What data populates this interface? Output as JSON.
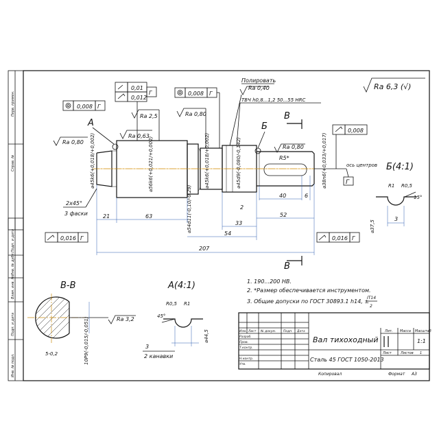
{
  "surface_roughness_general": "Ra 6,3 (√)",
  "tolerance_frames": {
    "runout_top": "0,01",
    "parallel_top": "0,012",
    "concentric_left": "0,008",
    "concentric_mid": "0,008",
    "runout_right": "0,008",
    "runout_bottom_left": "0,016",
    "runout_bottom_right": "0,016",
    "datum_g": "Г"
  },
  "roughness_marks": {
    "ra_080_left": "Ra 0,80",
    "ra_063": "Ra 0,63",
    "ra_25": "Ra 2,5",
    "ra_080_mid": "Ra 0,80",
    "ra_040": "Ra 0,40",
    "ra_080_right": "Ra 0,80",
    "ra_32_section": "Ra 3,2"
  },
  "notes_top": {
    "polish": "Полировать",
    "hardening": "ТВЧ h0,8...1,2 50...55 HRC",
    "center_axis": "ось центров"
  },
  "section_labels": {
    "A": "А",
    "B_cut": "В",
    "B_view": "Б",
    "B_scale": "Б(4:1)",
    "VV": "В-В",
    "A_scale": "А(4:1)"
  },
  "diameters": {
    "d1": "⌀45k6(+0,018/+0,002)",
    "d2": "⌀56k6(+0,021/+0,002)",
    "d3": "⌀54d11(-0,10/-0,29)",
    "d4": "⌀45k6(+0,018/+0,002)",
    "d5": "⌀45d9(-0,080/-0,142)",
    "d6": "⌀38n6(+0,033/+0,017)",
    "d7": "⌀37,5",
    "d8": "⌀44,5",
    "d9": "10P9(-0,015/-0,051)"
  },
  "linear_dims": {
    "chamfer": "2x45°",
    "chamfers_note": "3 фаски",
    "l21": "21",
    "l63": "63",
    "l33": "33",
    "l54": "54",
    "l207": "207",
    "l40": "40",
    "l6": "6",
    "l52": "52",
    "l2": "2",
    "r5": "R5*",
    "r1": "R1",
    "r05": "R0,5",
    "deg15": "15°",
    "l3": "3",
    "grooves_count": "3",
    "grooves_note": "2 канавки",
    "keyway_depth": "5-0,2",
    "angle45": "45°"
  },
  "tech_requirements": [
    "1. 190...200 НВ.",
    "2. *Размер обеспечивается инструментом.",
    "3. Общие допуски по ГОСТ 30893.1 h14, ±",
    "IT14",
    "2"
  ],
  "title_block": {
    "part_name": "Вал тихоходный",
    "material": "Сталь 45 ГОСТ 1050-2013",
    "scale": "1:1",
    "lit_hdr": "Лит.",
    "mass_hdr": "Масса",
    "scale_hdr": "Масштаб",
    "sheet_hdr": "Лист",
    "sheets_hdr": "Листов",
    "sheets_count": "1",
    "rows": [
      "Изм.",
      "Лист",
      "№ докум.",
      "Подп.",
      "Дата"
    ],
    "roles": [
      "Разраб.",
      "Пров.",
      "Т.контр.",
      "Н.контр.",
      "Утв."
    ],
    "copied": "Копировал",
    "format": "Формат",
    "format_value": "А3"
  },
  "side_strip": [
    "Перв. примен.",
    "Справ. №",
    "Подп. и дата",
    "Инв. № дубл.",
    "Взам. инв. №",
    "Подп. и дата",
    "Инв. № подл."
  ]
}
